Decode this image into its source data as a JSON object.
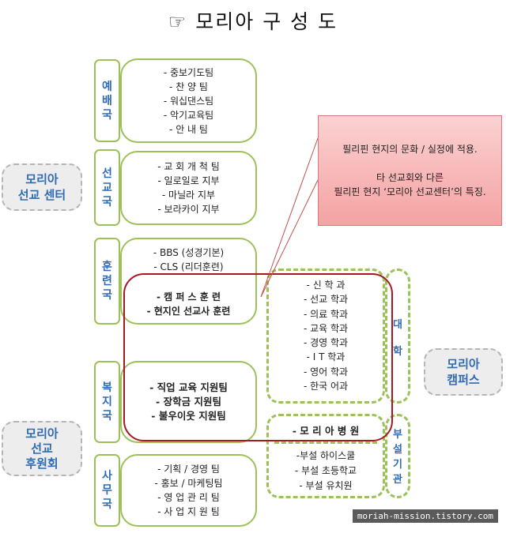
{
  "title": "☞ 모리아 구 성 도",
  "depts": {
    "worship": [
      "예",
      "배",
      "국"
    ],
    "mission": [
      "선",
      "교",
      "국"
    ],
    "training": [
      "훈",
      "련",
      "국"
    ],
    "welfare": [
      "복",
      "지",
      "국"
    ],
    "office": [
      "사",
      "무",
      "국"
    ]
  },
  "teams": {
    "worship": [
      "- 중보기도팀",
      "- 찬   양   팀",
      "- 워십댄스팀",
      "- 악기교육팀",
      "- 안   내   팀"
    ],
    "mission": [
      "- 교 회 개 척 팀",
      "- 일로일로 지부",
      "- 마닐라   지부",
      "- 보라카이 지부"
    ],
    "training_top": [
      "- BBS (성경기본)",
      "- CLS (리더훈련)"
    ],
    "training_bold": [
      "- 캠 퍼 스 훈 련",
      "- 현지인 선교사 훈련"
    ],
    "welfare": [
      "- 직업 교육 지원팀",
      "- 장학금     지원팀",
      "- 불우이웃 지원팀"
    ],
    "office": [
      "- 기획 / 경영 팀",
      "- 홍보 / 마케팅팀",
      "- 영 업 관 리 팀",
      "- 사 업 지 원 팀"
    ]
  },
  "campus_depts": [
    "- 신  학  과",
    "- 선교 학과",
    "- 의료 학과",
    "- 교육 학과",
    "- 경영 학과",
    "- I T  학과",
    "- 영어 학과",
    "- 한국 어과"
  ],
  "university_label": [
    "대",
    "학"
  ],
  "hospital": "- 모 리 아 병 원",
  "schools": [
    "-부설 하이스쿨",
    "- 부설 초등학교",
    "- 부설     유치원"
  ],
  "affiliated_label": [
    "부",
    "설",
    "기",
    "관"
  ],
  "side_labels": {
    "center": [
      "모리아",
      "선교 센터"
    ],
    "campus": [
      "모리아",
      "캠퍼스"
    ],
    "support": [
      "모리아",
      "선교",
      "후원회"
    ]
  },
  "note": {
    "line1": "필리핀 현지의 문화 / 실정에 적용.",
    "line2": "타 선교회와 다른",
    "line3": "필리핀 현지 ‘모리아 선교센터’의 특징."
  },
  "watermark": "moriah-mission.tistory.com"
}
